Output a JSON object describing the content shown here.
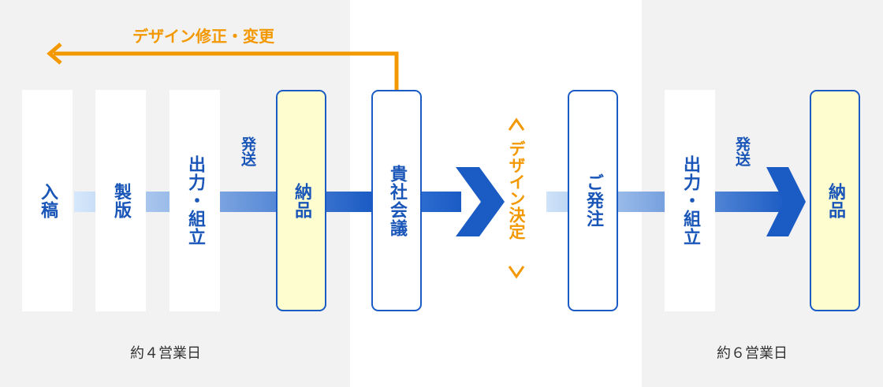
{
  "feedback": {
    "label": "デザイン修正・変更"
  },
  "steps_left": [
    {
      "label": "入稿"
    },
    {
      "label": "製版"
    },
    {
      "label": "出力・組立"
    },
    {
      "label": "納品"
    }
  ],
  "meeting": {
    "label": "貴社会議"
  },
  "decision": {
    "label": "デザイン決定"
  },
  "order": {
    "label": "ご発注"
  },
  "steps_right": [
    {
      "label": "出力・組立"
    },
    {
      "label": "納品"
    }
  ],
  "shipping_left": {
    "label": "発送"
  },
  "shipping_right": {
    "label": "発送"
  },
  "duration_left": {
    "label": "約４営業日"
  },
  "duration_right": {
    "label": "約６営業日"
  },
  "colors": {
    "primary_blue": "#1a5bc4",
    "orange": "#f39800",
    "panel_gray": "#f2f2f2",
    "delivery_yellow": "#fdfdd0"
  }
}
